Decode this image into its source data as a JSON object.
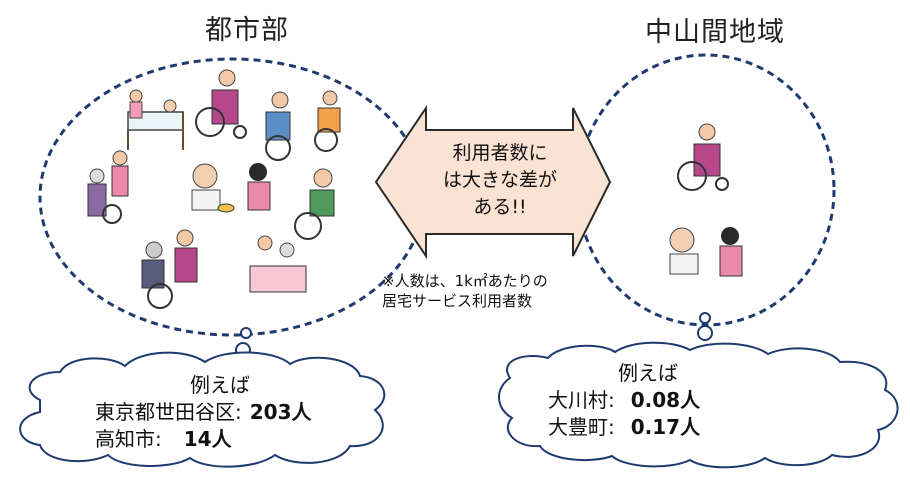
{
  "urban": {
    "title": "都市部",
    "example_heading": "例えば",
    "examples": [
      {
        "place": "東京都世田谷区:",
        "value": "203人"
      },
      {
        "place": "高知市:",
        "value": "14人"
      }
    ]
  },
  "rural": {
    "title": "中山間地域",
    "example_heading": "例えば",
    "examples": [
      {
        "place": "大川村:",
        "value": "0.08人"
      },
      {
        "place": "大豊町:",
        "value": "0.17人"
      }
    ]
  },
  "arrow": {
    "line1": "利用者数に",
    "line2": "は大きな差が",
    "line3": "ある!!"
  },
  "note": {
    "line1": "※人数は、1k㎡あたりの",
    "line2": "居宅サービス利用者数"
  },
  "colors": {
    "circle_border": "#1f3a6e",
    "arrow_fill": "#fbe3d3",
    "arrow_stroke": "#2a2a2a",
    "cloud_stroke": "#1f3a6e"
  }
}
